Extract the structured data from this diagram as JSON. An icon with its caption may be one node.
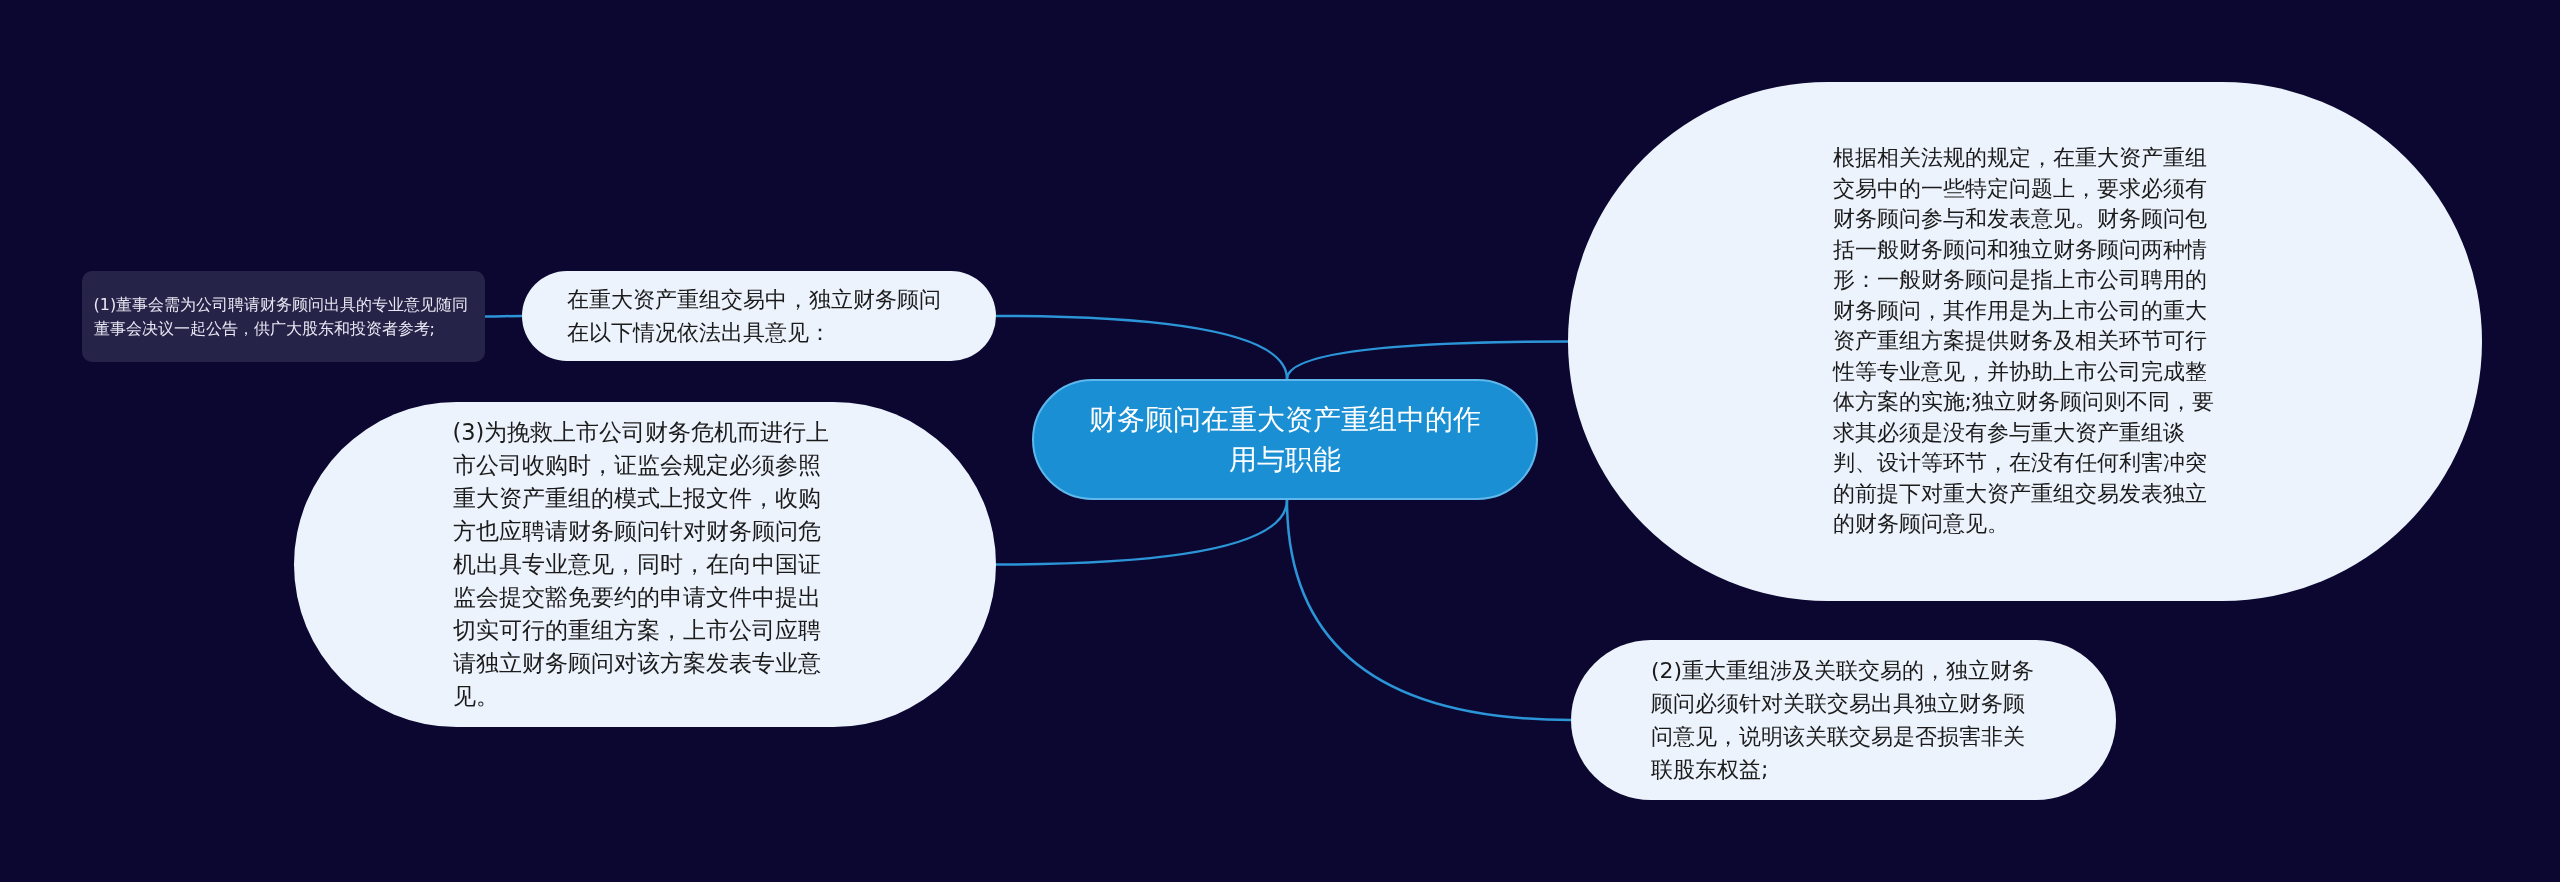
{
  "diagram": {
    "nodes": [
      {
        "text": [
          "财务顾问在重大资产重组中的作用与职能"
        ]
      },
      {
        "text": [
          "根据相关法规的规定，在重大资产重组交易中的一些特定问题上，要求必须有财务顾问参与和发表意见。财务顾问包括一般财务顾问和独立财务顾问两种情形：一般财务顾问是指上市公司聘用的财务顾问，其作用是为上市公司的重大资产重组方案提供财务及相关环节可行性等专业意见，并协助上市公司完成整体方案的实施;独立财务顾问则不同，要求其必须是没有参与重大资产重组谈判、设计等环节，在没有任何利害冲突的前提下对重大资产重组交易发表独立的财务顾问意见。"
        ]
      },
      {
        "text": [
          "在重大资产重组交易中，独立财务顾问在以下情况依法出具意见："
        ]
      },
      {
        "text": [
          "(1)董事会需为公司聘请财务顾问出具的专业意见随同董事会决议一起公告，供广大股东和投资者参考;"
        ]
      },
      {
        "text": [
          "(3)为挽救上市公司财务危机而进行上市公司收购时，证监会规定必须参照重大资产重组的模式上报文件，收购方也应聘请财务顾问针对财务顾问危机出具专业意见，同时，在向中国证监会提交豁免要约的申请文件中提出切实可行的重组方案，上市公司应聘请独立财务顾问对该方案发表专业意见。"
        ]
      },
      {
        "text": [
          "(2)重大重组涉及关联交易的，独立财务顾问必须针对关联交易出具独立财务顾问意见，说明该关联交易是否损害非关联股东权益;"
        ]
      }
    ],
    "edges": [
      {
        "from": 0,
        "to": 1,
        "arrow": "none"
      },
      {
        "from": 0,
        "to": 2,
        "arrow": "none"
      },
      {
        "from": 2,
        "to": 3,
        "arrow": "none"
      },
      {
        "from": 0,
        "to": 4,
        "arrow": "none"
      },
      {
        "from": 0,
        "to": 5,
        "arrow": "none"
      }
    ]
  }
}
